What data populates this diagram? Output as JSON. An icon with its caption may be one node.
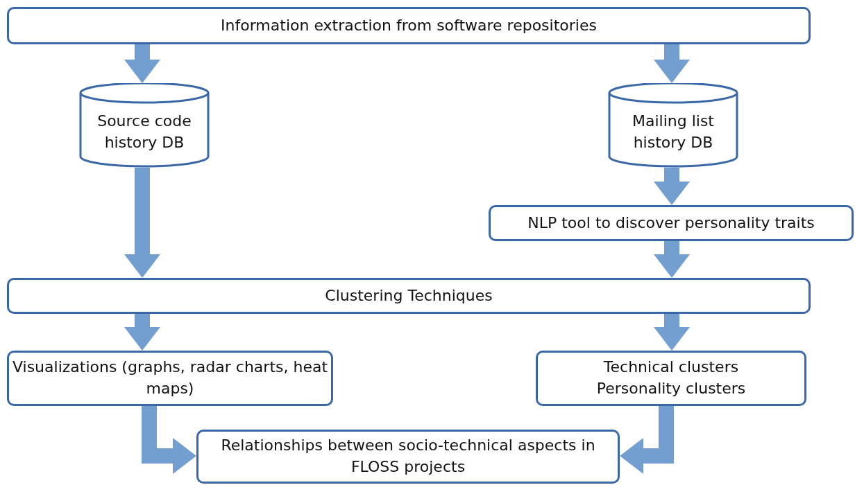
{
  "diagram": {
    "nodes": [
      {
        "text": [
          "Information extraction from software repositories"
        ]
      },
      {
        "text": [
          "Source code history DB"
        ]
      },
      {
        "text": [
          "Mailing list history DB"
        ]
      },
      {
        "text": [
          "NLP tool to discover personality traits"
        ]
      },
      {
        "text": [
          "Clustering Techniques"
        ]
      },
      {
        "text": [
          "Visualizations (graphs, radar charts, heat maps)"
        ]
      },
      {
        "text": [
          "Technical clusters",
          "Personality clusters"
        ]
      },
      {
        "text": [
          "Relationships between socio-technical aspects in FLOSS projects"
        ]
      }
    ],
    "edges": [
      {
        "from": 0,
        "to": 1,
        "arrow": "to"
      },
      {
        "from": 0,
        "to": 2,
        "arrow": "to"
      },
      {
        "from": 2,
        "to": 3,
        "arrow": "to"
      },
      {
        "from": 1,
        "to": 4,
        "arrow": "to"
      },
      {
        "from": 3,
        "to": 4,
        "arrow": "to"
      },
      {
        "from": 4,
        "to": 5,
        "arrow": "to"
      },
      {
        "from": 4,
        "to": 6,
        "arrow": "to"
      },
      {
        "from": 5,
        "to": 7,
        "arrow": "to"
      },
      {
        "from": 6,
        "to": 7,
        "arrow": "to"
      }
    ]
  }
}
